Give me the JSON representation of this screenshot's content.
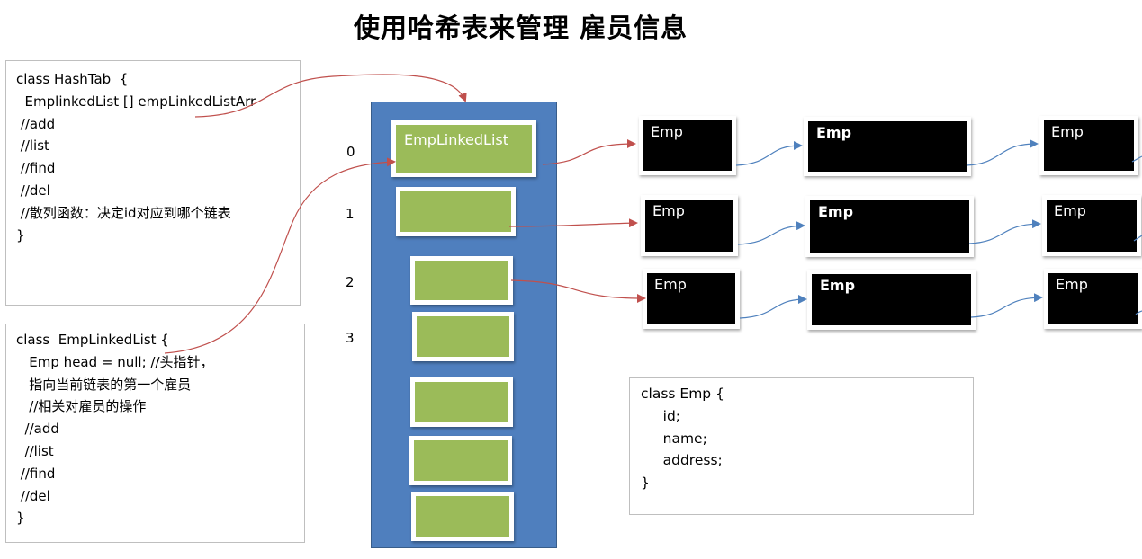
{
  "title": "使用哈希表来管理 雇员信息",
  "hashtab_class": {
    "lines": [
      "class HashTab  {",
      "  EmplinkedList [] empLinkedListArr",
      " //add",
      " //list",
      " //find",
      " //del",
      " //散列函数：决定id对应到哪个链表",
      "}"
    ]
  },
  "emplinkedlist_class": {
    "lines": [
      "class  EmpLinkedList {",
      "   Emp head = null; //头指针，",
      "   指向当前链表的第一个雇员",
      "   //相关对雇员的操作",
      "  //add",
      "  //list",
      " //find",
      " //del",
      "}"
    ]
  },
  "emp_class": {
    "lines": [
      "class Emp {",
      "     id;",
      "     name;",
      "     address;",
      "}"
    ]
  },
  "array": {
    "first_slot_label": "EmpLinkedList",
    "indices": [
      "0",
      "1",
      "2",
      "3"
    ]
  },
  "emp_nodes": {
    "label": "Emp"
  },
  "colors": {
    "array_fill": "#4f7fbe",
    "slot_fill": "#9bbb59",
    "node_fill": "#000000",
    "pointer_arrow": "#c0504d",
    "next_arrow": "#4f81bd"
  }
}
